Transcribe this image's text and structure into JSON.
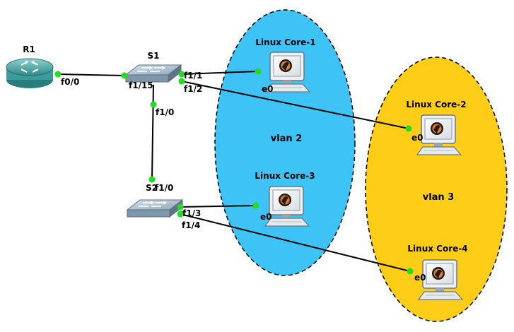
{
  "colors": {
    "vlan2": "#3ec3f6",
    "vlan3": "#fecd18",
    "port": "#22dd22",
    "link": "#000000"
  },
  "zones": {
    "vlan2": "vlan 2",
    "vlan3": "vlan 3"
  },
  "devices": {
    "r1": {
      "name": "R1",
      "icon": "router-icon"
    },
    "s1": {
      "name": "S1",
      "icon": "switch-icon"
    },
    "s2": {
      "name": "S2",
      "icon": "switch-icon"
    },
    "core1": {
      "name": "Linux Core-1",
      "icon": "computer-icon"
    },
    "core2": {
      "name": "Linux Core-2",
      "icon": "computer-icon"
    },
    "core3": {
      "name": "Linux Core-3",
      "icon": "computer-icon"
    },
    "core4": {
      "name": "Linux Core-4",
      "icon": "computer-icon"
    }
  },
  "ports": {
    "r1_f00": "f0/0",
    "s1_f115": "f1/15",
    "s1_f11": "f1/1",
    "s1_f12": "f1/2",
    "s1_f10": "f1/0",
    "s2_f10": "f1/0",
    "s2_f13": "f1/3",
    "s2_f14": "f1/4",
    "core1_e0": "e0",
    "core2_e0": "e0",
    "core3_e0": "e0",
    "core4_e0": "e0"
  }
}
